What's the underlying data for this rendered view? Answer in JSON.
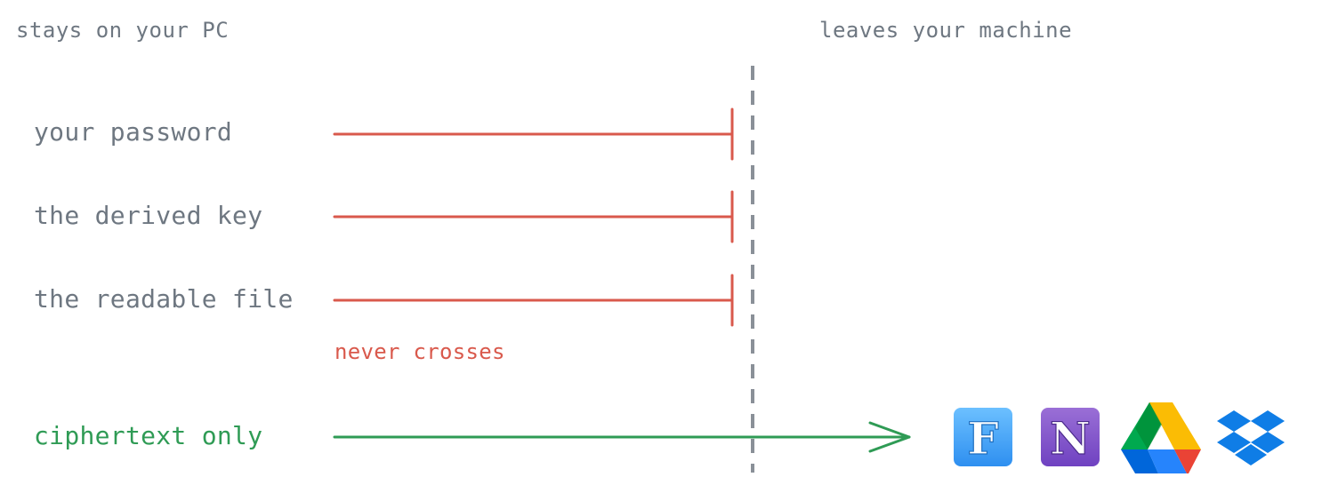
{
  "headers": {
    "left": "stays on your PC",
    "right": "leaves your machine"
  },
  "blocked_rows": [
    {
      "label": "your password"
    },
    {
      "label": "the derived key"
    },
    {
      "label": "the readable file"
    }
  ],
  "blocked_note": "never crosses",
  "passing_row": {
    "label": "ciphertext only"
  },
  "services": [
    {
      "name": "fastmail-app-icon",
      "glyph": "F"
    },
    {
      "name": "notion-app-icon",
      "glyph": "N"
    },
    {
      "name": "google-drive-icon"
    },
    {
      "name": "dropbox-icon"
    }
  ],
  "colors": {
    "blocked": "#d9594c",
    "passing": "#2f9b55",
    "boundary": "#8a9098",
    "text": "#6e7781"
  }
}
